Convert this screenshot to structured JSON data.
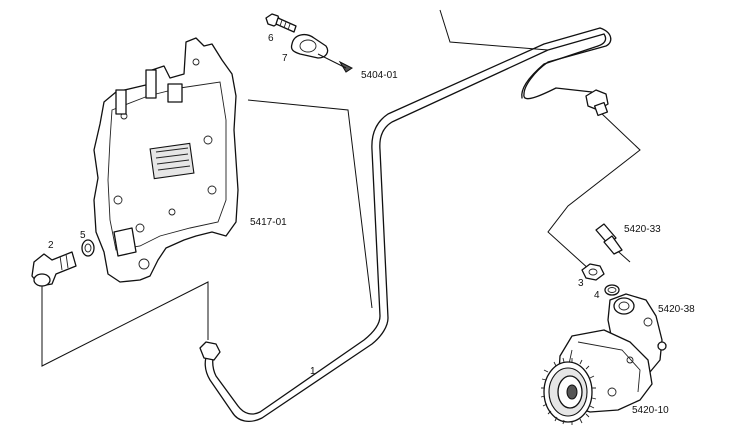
{
  "labels": {
    "callout_6": "6",
    "callout_7": "7",
    "callout_5404_01": "5404-01",
    "callout_5417_01": "5417-01",
    "callout_2": "2",
    "callout_5": "5",
    "callout_1": "1",
    "callout_5420_33": "5420-33",
    "callout_3": "3",
    "callout_4": "4",
    "callout_5420_38": "5420-38",
    "callout_5420_10": "5420-10"
  }
}
